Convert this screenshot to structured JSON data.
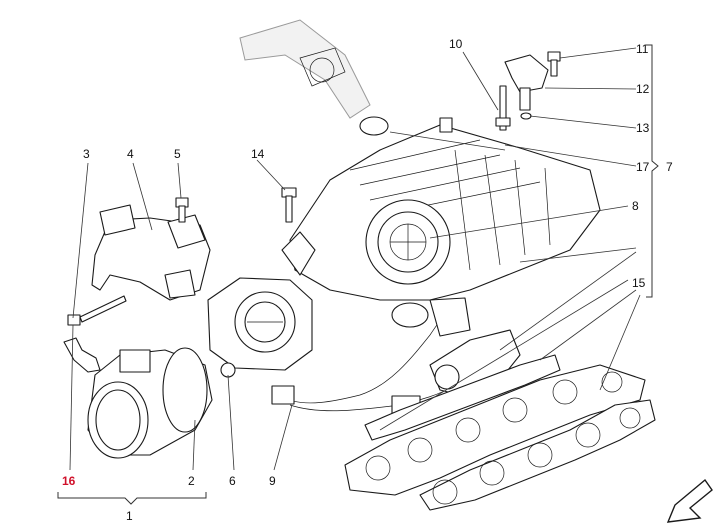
{
  "callouts": {
    "c1": "1",
    "c2": "2",
    "c3": "3",
    "c4": "4",
    "c5": "5",
    "c6": "6",
    "c7": "7",
    "c8": "8",
    "c9": "9",
    "c10": "10",
    "c11": "11",
    "c12": "12",
    "c13": "13",
    "c14": "14",
    "c15": "15",
    "c16": "16",
    "c17": "17"
  },
  "colors": {
    "highlight": "#d0102a",
    "line": "#1a1a1a",
    "ghost": "#9a9a9a"
  },
  "icons": {
    "orientation_arrow": "arrow-down-left-icon"
  }
}
